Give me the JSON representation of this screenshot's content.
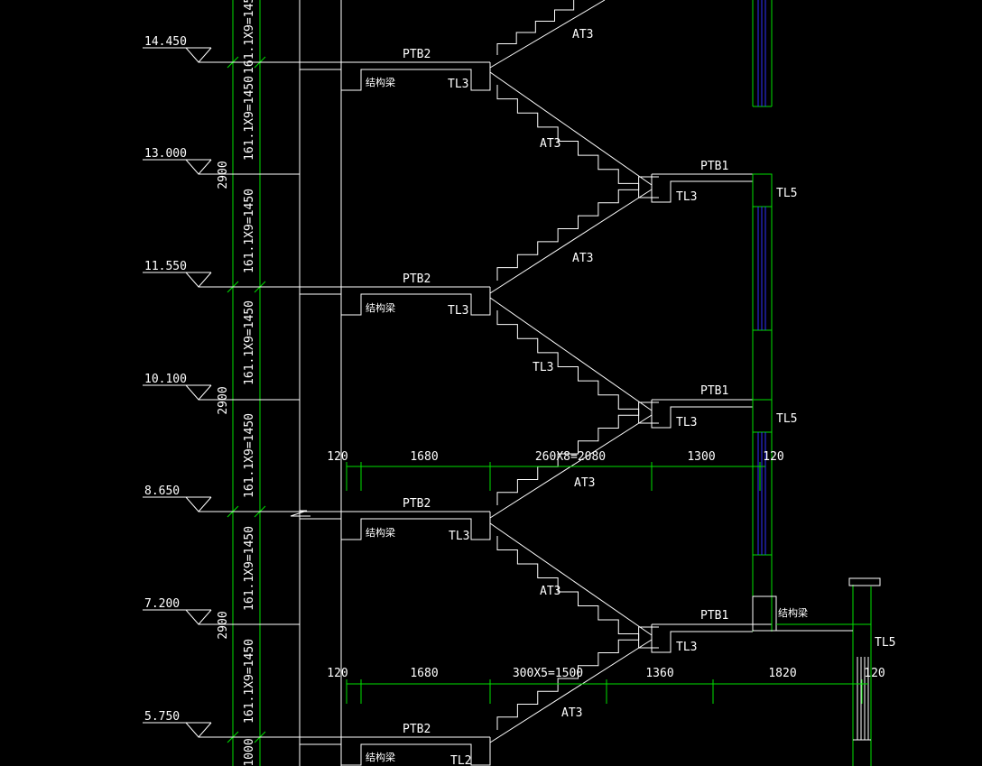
{
  "elevations": [
    "14.450",
    "13.000",
    "11.550",
    "10.100",
    "8.650",
    "7.200",
    "5.750"
  ],
  "vertical_dims": {
    "flight": "161.1X9=1450",
    "floor": "2900",
    "bottom": "1000"
  },
  "labels": {
    "ptb2": "PTB2",
    "ptb1": "PTB1",
    "tl3": "TL3",
    "tl2": "TL2",
    "tl5": "TL5",
    "at3": "AT3",
    "beam": "结构梁"
  },
  "dims_upper": [
    "120",
    "1680",
    "260X8=2080",
    "1300",
    "120"
  ],
  "dims_lower": [
    "120",
    "1680",
    "300X5=1500",
    "1360",
    "1820",
    "120"
  ],
  "colors": {
    "line": "#ffffff",
    "dim": "#00e000",
    "window": "#3030ff",
    "background": "#000000"
  }
}
